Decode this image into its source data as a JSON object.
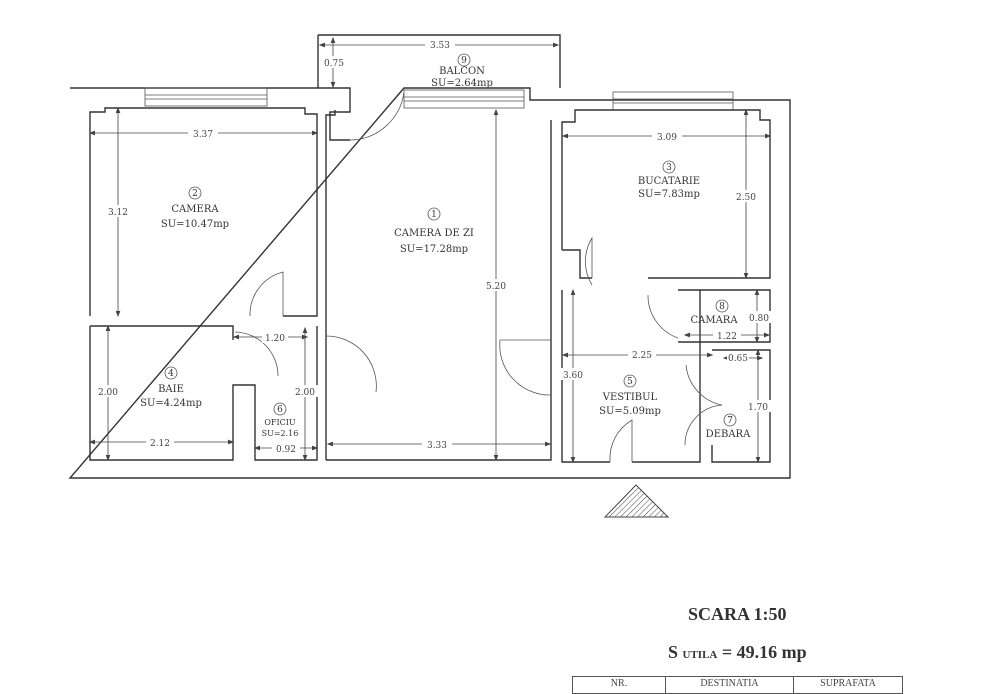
{
  "rooms": [
    {
      "nr": "1",
      "name": "CAMERA DE ZI",
      "area": "SU=17.28mp"
    },
    {
      "nr": "2",
      "name": "CAMERA",
      "area": "SU=10.47mp"
    },
    {
      "nr": "3",
      "name": "BUCATARIE",
      "area": "SU=7.83mp"
    },
    {
      "nr": "4",
      "name": "BAIE",
      "area": "SU=4.24mp"
    },
    {
      "nr": "5",
      "name": "VESTIBUL",
      "area": "SU=5.09mp"
    },
    {
      "nr": "6",
      "name": "OFICIU",
      "area": "SU=2.16"
    },
    {
      "nr": "7",
      "name": "DEBARA",
      "area": ""
    },
    {
      "nr": "8",
      "name": "CAMARA",
      "area": ""
    },
    {
      "nr": "9",
      "name": "BALCON",
      "area": "SU=2.64mp"
    }
  ],
  "dimensions": {
    "balcon_w": "3.53",
    "balcon_h": "0.75",
    "camera_w": "3.37",
    "camera_h": "3.12",
    "zi_h": "5.20",
    "zi_w": "3.33",
    "buc_w": "3.09",
    "buc_h": "2.50",
    "baie_h": "2.00",
    "baie_w": "2.12",
    "hall_w": "1.20",
    "oficiu_h": "2.00",
    "oficiu_w": "0.92",
    "camara_h": "0.80",
    "camara_w": "1.22",
    "vest_w": "2.25",
    "vest_h": "3.60",
    "debara_w": "0.65",
    "debara_h": "1.70"
  },
  "scale": "SCARA 1:50",
  "total": {
    "label": "S",
    "sub": "UTILA",
    "value": "= 49.16 mp"
  },
  "table_headers": [
    "NR.",
    "DESTINATIA",
    "SUPRAFATA"
  ]
}
